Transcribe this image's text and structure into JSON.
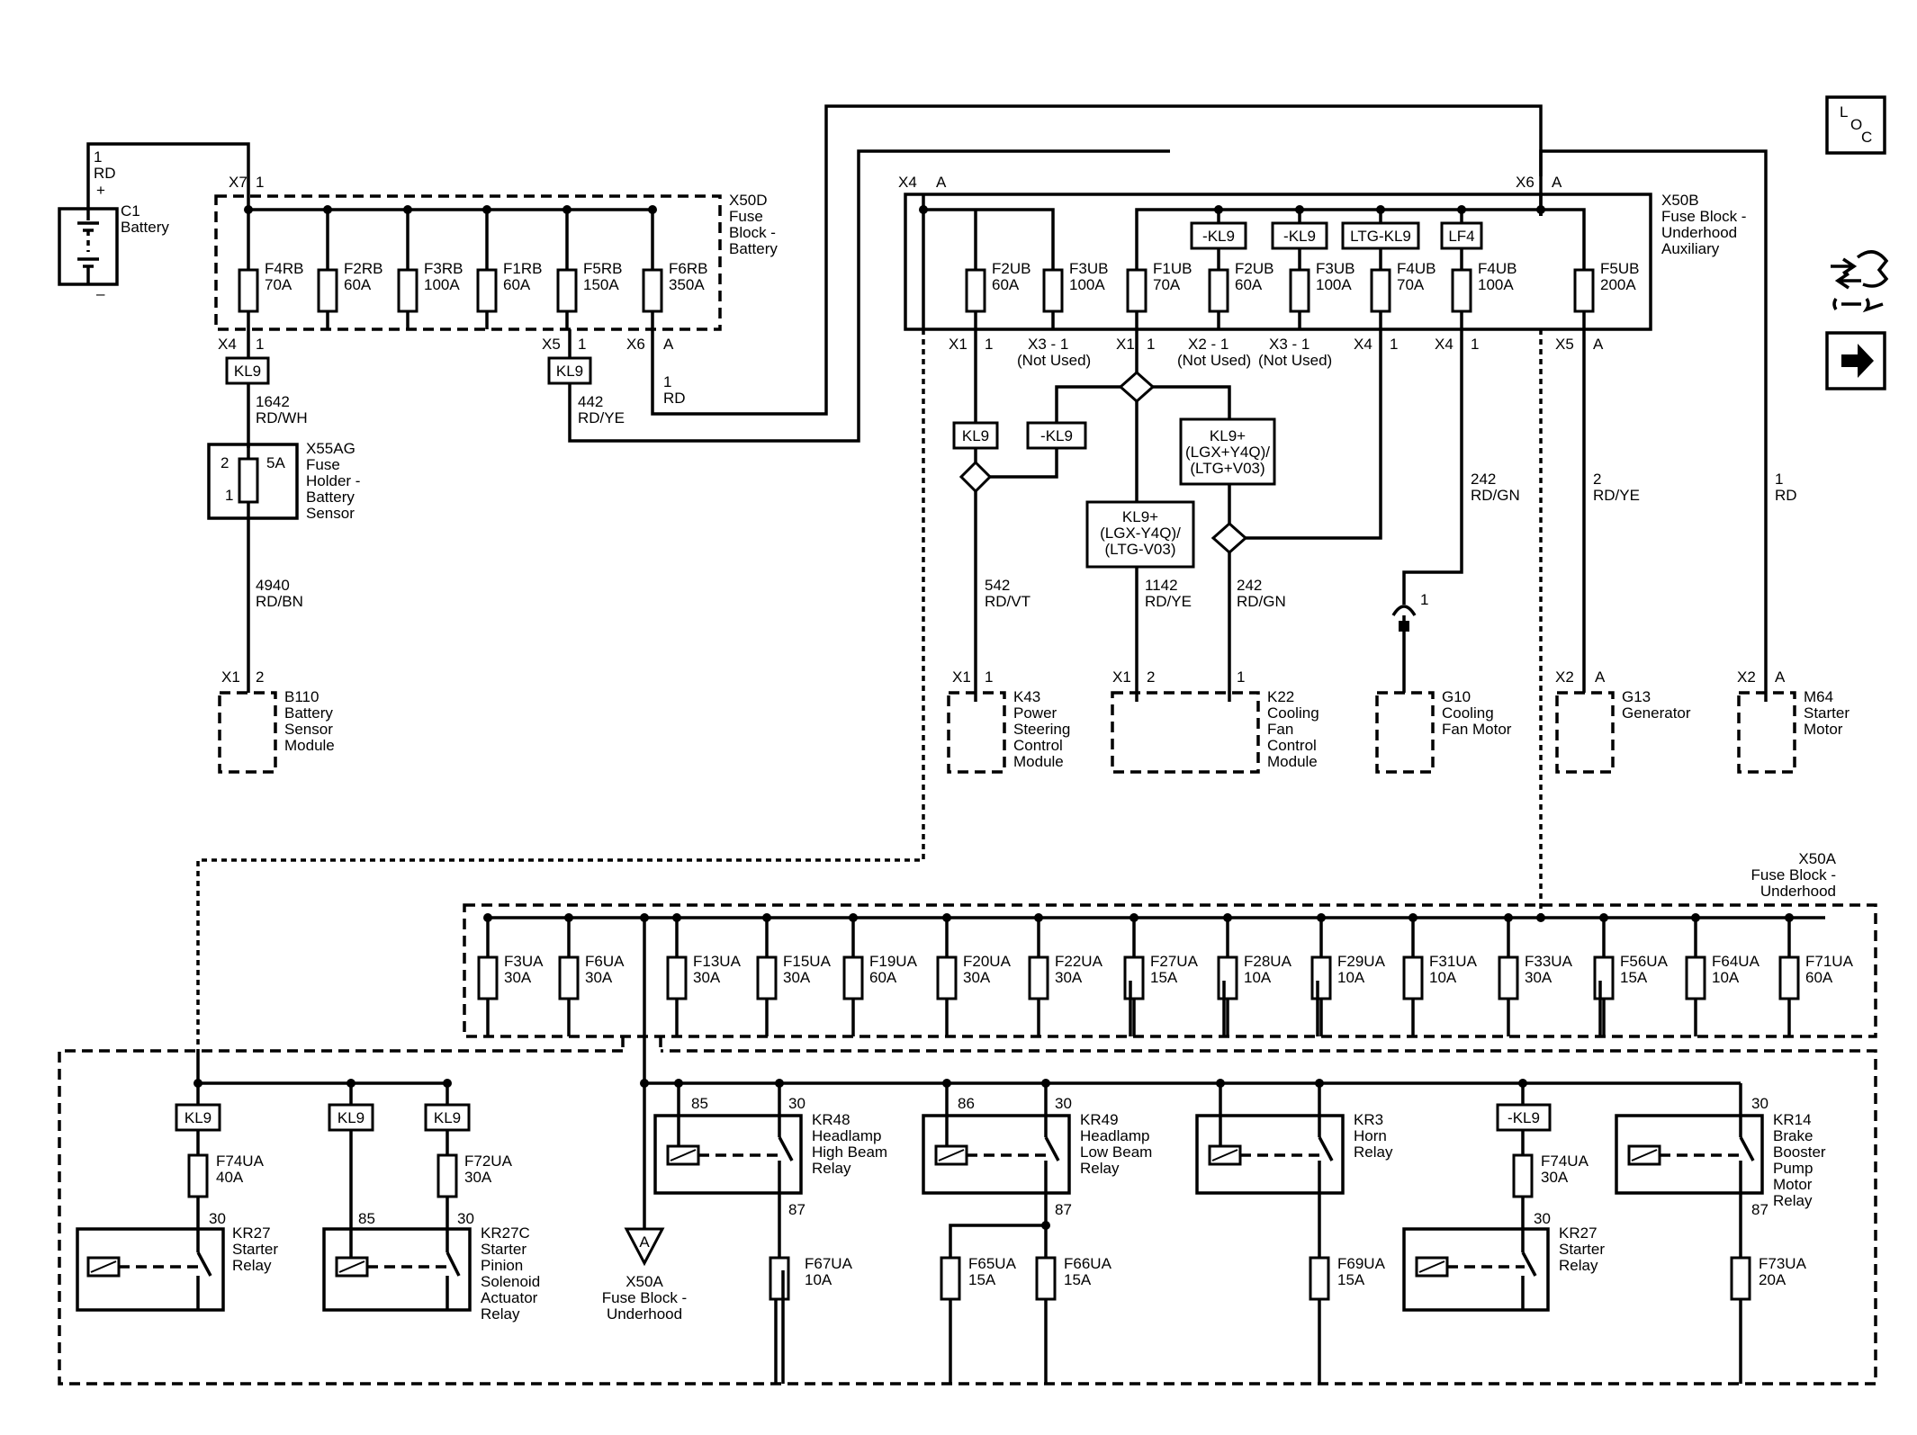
{
  "battery": {
    "pin": "1",
    "wire_color": "RD",
    "polarity_plus": "+",
    "polarity_minus": "–",
    "name": "C1",
    "label": "Battery"
  },
  "x50d": {
    "name": "X50D",
    "label_lines": [
      "Fuse",
      "Block -",
      "Battery"
    ],
    "conn_in": "X7",
    "pin_in": "1",
    "fuses": [
      {
        "name": "F4RB",
        "rating": "70A"
      },
      {
        "name": "F2RB",
        "rating": "60A"
      },
      {
        "name": "F3RB",
        "rating": "100A"
      },
      {
        "name": "F1RB",
        "rating": "60A"
      },
      {
        "name": "F5RB",
        "rating": "150A"
      },
      {
        "name": "F6RB",
        "rating": "350A"
      }
    ],
    "out1": {
      "conn": "X4",
      "pin": "1",
      "tag": "KL9",
      "circuit": "1642",
      "color": "RD/WH"
    },
    "out2": {
      "conn": "X5",
      "pin": "1",
      "tag": "KL9",
      "circuit": "442",
      "color": "RD/YE"
    },
    "out3": {
      "conn": "X6",
      "pin": "A",
      "circuit": "1",
      "color": "RD"
    }
  },
  "x55ag": {
    "name": "X55AG",
    "label_lines": [
      "Fuse",
      "Holder -",
      "Battery",
      "Sensor"
    ],
    "pin_top": "2",
    "pin_bottom": "1",
    "rating": "5A"
  },
  "wire_4940": {
    "circuit": "4940",
    "color": "RD/BN"
  },
  "b110": {
    "conn": "X1",
    "pin": "2",
    "name": "B110",
    "label_lines": [
      "Battery",
      "Sensor",
      "Module"
    ]
  },
  "x50b": {
    "name": "X50B",
    "label_lines": [
      "Fuse Block -",
      "Underhood",
      "Auxiliary"
    ],
    "conn_x4": "X4",
    "pin_x4": "A",
    "conn_x6": "X6",
    "pin_x6": "A",
    "fuses": [
      {
        "name": "F2UB",
        "rating": "60A"
      },
      {
        "name": "F3UB",
        "rating": "100A"
      },
      {
        "name": "F1UB",
        "rating": "70A"
      },
      {
        "name": "F2UB",
        "rating": "60A"
      },
      {
        "name": "F3UB",
        "rating": "100A"
      },
      {
        "name": "F4UB",
        "rating": "70A"
      },
      {
        "name": "F4UB",
        "rating": "100A"
      },
      {
        "name": "F5UB",
        "rating": "200A"
      }
    ],
    "tags": [
      "-KL9",
      "-KL9",
      "LTG-KL9",
      "LF4"
    ],
    "outs": [
      {
        "conn": "X1",
        "pin": "1"
      },
      {
        "conn": "X3 - 1",
        "note": "(Not Used)"
      },
      {
        "conn": "X1",
        "pin": "1"
      },
      {
        "conn": "X2 - 1",
        "note": "(Not Used)"
      },
      {
        "conn": "X3 - 1",
        "note": "(Not Used)"
      },
      {
        "conn": "X4",
        "pin": "1"
      },
      {
        "conn": "X4",
        "pin": "1"
      },
      {
        "conn": "X5",
        "pin": "A"
      }
    ]
  },
  "options": {
    "kl9": "KL9",
    "neg_kl9": "-KL9",
    "opt1": [
      "KL9+",
      "(LGX+Y4Q)/",
      "(LTG+V03)"
    ],
    "opt2": [
      "KL9+",
      "(LGX-Y4Q)/",
      "(LTG-V03)"
    ]
  },
  "wires": {
    "w542": {
      "circuit": "542",
      "color": "RD/VT"
    },
    "w1142": {
      "circuit": "1142",
      "color": "RD/YE"
    },
    "w242a": {
      "circuit": "242",
      "color": "RD/GN"
    },
    "w242b": {
      "circuit": "242",
      "color": "RD/GN"
    },
    "w2": {
      "circuit": "2",
      "color": "RD/YE"
    },
    "w1": {
      "circuit": "1",
      "color": "RD"
    }
  },
  "modules": {
    "k43": {
      "conn": "X1",
      "pin": "1",
      "name": "K43",
      "label_lines": [
        "Power",
        "Steering",
        "Control",
        "Module"
      ]
    },
    "k22": {
      "conn": "X1",
      "pin1": "2",
      "pin2": "1",
      "name": "K22",
      "label_lines": [
        "Cooling",
        "Fan",
        "Control",
        "Module"
      ]
    },
    "g10": {
      "pin": "1",
      "name": "G10",
      "label_lines": [
        "Cooling",
        "Fan Motor"
      ]
    },
    "g13": {
      "conn": "X2",
      "pin": "A",
      "name": "G13",
      "label_lines": [
        "Generator"
      ]
    },
    "m64": {
      "conn": "X2",
      "pin": "A",
      "name": "M64",
      "label_lines": [
        "Starter",
        "Motor"
      ]
    }
  },
  "x50a": {
    "name": "X50A",
    "label_lines": [
      "Fuse Block -",
      "Underhood"
    ],
    "fuses": [
      {
        "name": "F3UA",
        "rating": "30A"
      },
      {
        "name": "F6UA",
        "rating": "30A"
      },
      {
        "name": "F13UA",
        "rating": "30A"
      },
      {
        "name": "F15UA",
        "rating": "30A"
      },
      {
        "name": "F19UA",
        "rating": "60A"
      },
      {
        "name": "F20UA",
        "rating": "30A"
      },
      {
        "name": "F22UA",
        "rating": "30A"
      },
      {
        "name": "F27UA",
        "rating": "15A"
      },
      {
        "name": "F28UA",
        "rating": "10A"
      },
      {
        "name": "F29UA",
        "rating": "10A"
      },
      {
        "name": "F31UA",
        "rating": "10A"
      },
      {
        "name": "F33UA",
        "rating": "30A"
      },
      {
        "name": "F56UA",
        "rating": "15A"
      },
      {
        "name": "F64UA",
        "rating": "10A"
      },
      {
        "name": "F71UA",
        "rating": "60A"
      }
    ],
    "offpage": {
      "letter": "A",
      "label_lines": [
        "X50A",
        "Fuse Block -",
        "Underhood"
      ]
    }
  },
  "relays": {
    "kr27a": {
      "tag": "KL9",
      "fuse": "F74UA",
      "rating": "40A",
      "pin": "30",
      "name": "KR27",
      "label_lines": [
        "Starter",
        "Relay"
      ]
    },
    "kr27c": {
      "tag1": "KL9",
      "tag2": "KL9",
      "fuse": "F72UA",
      "rating": "30A",
      "pin85": "85",
      "pin30": "30",
      "name": "KR27C",
      "label_lines": [
        "Starter",
        "Pinion",
        "Solenoid",
        "Actuator",
        "Relay"
      ]
    },
    "kr48": {
      "pin85": "85",
      "pin30": "30",
      "pin87": "87",
      "fuse": "F67UA",
      "rating": "10A",
      "name": "KR48",
      "label_lines": [
        "Headlamp",
        "High Beam",
        "Relay"
      ]
    },
    "kr49": {
      "pin86": "86",
      "pin30": "30",
      "pin87": "87",
      "fuse1": "F65UA",
      "rating1": "15A",
      "fuse2": "F66UA",
      "rating2": "15A",
      "name": "KR49",
      "label_lines": [
        "Headlamp",
        "Low Beam",
        "Relay"
      ]
    },
    "kr3": {
      "fuse": "F69UA",
      "rating": "15A",
      "name": "KR3",
      "label_lines": [
        "Horn",
        "Relay"
      ]
    },
    "kr27b": {
      "tag": "-KL9",
      "fuse": "F74UA",
      "rating": "30A",
      "pin": "30",
      "name": "KR27",
      "label_lines": [
        "Starter",
        "Relay"
      ]
    },
    "kr14": {
      "pin30": "30",
      "pin87": "87",
      "fuse": "F73UA",
      "rating": "20A",
      "name": "KR14",
      "label_lines": [
        "Brake",
        "Booster",
        "Pump",
        "Motor",
        "Relay"
      ]
    }
  },
  "nav": {
    "loc": [
      "L",
      "O",
      "C"
    ]
  }
}
